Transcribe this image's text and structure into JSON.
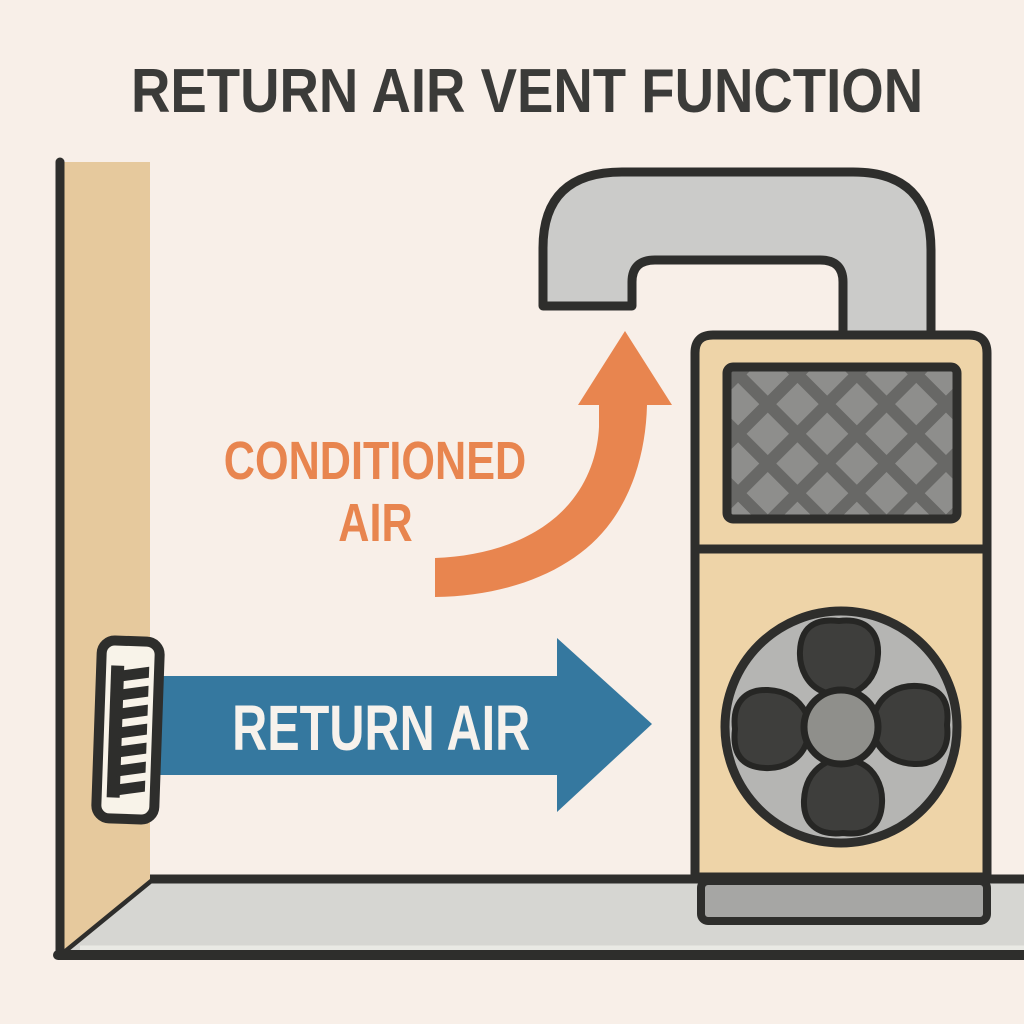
{
  "title": "RETURN AIR VENT FUNCTION",
  "arrows": {
    "conditioned_air": {
      "label_line1": "CONDITIONED",
      "label_line2": "AIR"
    },
    "return_air": {
      "label": "RETURN AIR"
    }
  },
  "palette": {
    "background": "#f8efe8",
    "wall_tan": "#e6c99d",
    "unit_tan": "#eed4a8",
    "outline_dark": "#2e2e2c",
    "duct_gray": "#cbcbc9",
    "floor_gray": "#d6d6d2",
    "base_gray": "#a6a6a4",
    "fan_plate_gray": "#b5b5b3",
    "blade_dark": "#3e3e3c",
    "hub_gray": "#8f8f8b",
    "filter_gray": "#8e8e8c",
    "lattice_dark": "#686866",
    "arrow_orange": "#e8854f",
    "arrow_blue": "#35789f",
    "vent_cream": "#f8f3e9",
    "title_dark": "#3b3b39",
    "label_white": "#f7f2ec",
    "highlight_light": "#e9e9e4"
  }
}
